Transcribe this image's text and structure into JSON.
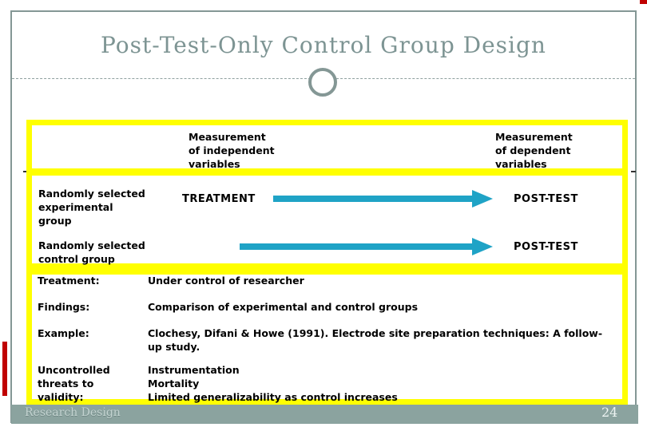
{
  "colors": {
    "accent-yellow": "#ffff00",
    "arrow-teal": "#1fa3c6",
    "accent-red": "#c00000",
    "footer-band": "#8ba39f",
    "title-gray": "#7d9493",
    "border-gray": "#849795"
  },
  "title": "Post-Test-Only Control Group Design",
  "table": {
    "headers": {
      "independent": "Measurement\nof independent\nvariables",
      "dependent": "Measurement\nof dependent\nvariables"
    },
    "rows": [
      {
        "group": "Randomly selected\nexperimental\ngroup",
        "treatment": "TREATMENT",
        "posttest": "POST-TEST"
      },
      {
        "group": "Randomly selected\ncontrol group",
        "posttest": "POST-TEST"
      }
    ]
  },
  "details": [
    {
      "label": "Treatment:",
      "value": "Under control of researcher"
    },
    {
      "label": "Findings:",
      "value": "Comparison of experimental and control groups"
    },
    {
      "label": "Example:",
      "value": "Clochesy, Difani & Howe (1991). Electrode site preparation techniques: A follow-up study."
    },
    {
      "label": "Uncontrolled\nthreats to\nvalidity:",
      "value": "Instrumentation\nMortality\nLimited generalizability as control increases"
    }
  ],
  "footer": {
    "left": "Research Design",
    "page_number": "24"
  }
}
